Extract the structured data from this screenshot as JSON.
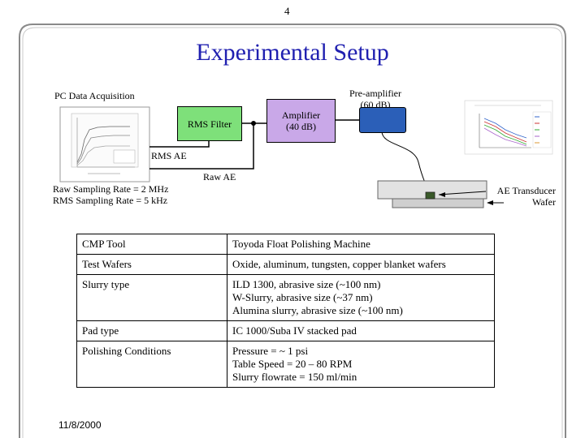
{
  "page_number": "4",
  "title": "Experimental Setup",
  "diagram": {
    "pc_label": "PC Data Acquisition",
    "rms_filter_label": "RMS Filter",
    "amplifier_label": [
      "Amplifier",
      "(40 dB)"
    ],
    "preamp_label": [
      "Pre-amplifier",
      "(60 dB)"
    ],
    "rms_ae_label": "RMS AE",
    "raw_ae_label": "Raw AE",
    "sampling_lines": [
      "Raw Sampling Rate = 2 MHz",
      "RMS Sampling Rate = 5 kHz"
    ],
    "transducer_label": [
      "AE Transducer",
      "Wafer"
    ],
    "colors": {
      "title": "#2020b0",
      "rms_filter": "#7ee07a",
      "amplifier": "#c9a8e8",
      "preamp": "#2b5fb8",
      "platen": "#d8d8d8",
      "transducer": "#3a5a2a"
    }
  },
  "spec_table": [
    {
      "key": "CMP Tool",
      "value": [
        "Toyoda Float Polishing Machine"
      ]
    },
    {
      "key": "Test Wafers",
      "value": [
        "Oxide, aluminum, tungsten, copper blanket wafers"
      ]
    },
    {
      "key": "Slurry type",
      "value": [
        "ILD 1300, abrasive size (~100 nm)",
        "W-Slurry, abrasive size (~37 nm)",
        "Alumina slurry, abrasive size (~100 nm)"
      ]
    },
    {
      "key": "Pad type",
      "value": [
        "IC 1000/Suba IV stacked pad"
      ]
    },
    {
      "key": "Polishing Conditions",
      "value": [
        "Pressure = ~ 1 psi",
        "Table Speed = 20 – 80 RPM",
        "Slurry flowrate = 150 ml/min"
      ]
    }
  ],
  "date": "11/8/2000"
}
